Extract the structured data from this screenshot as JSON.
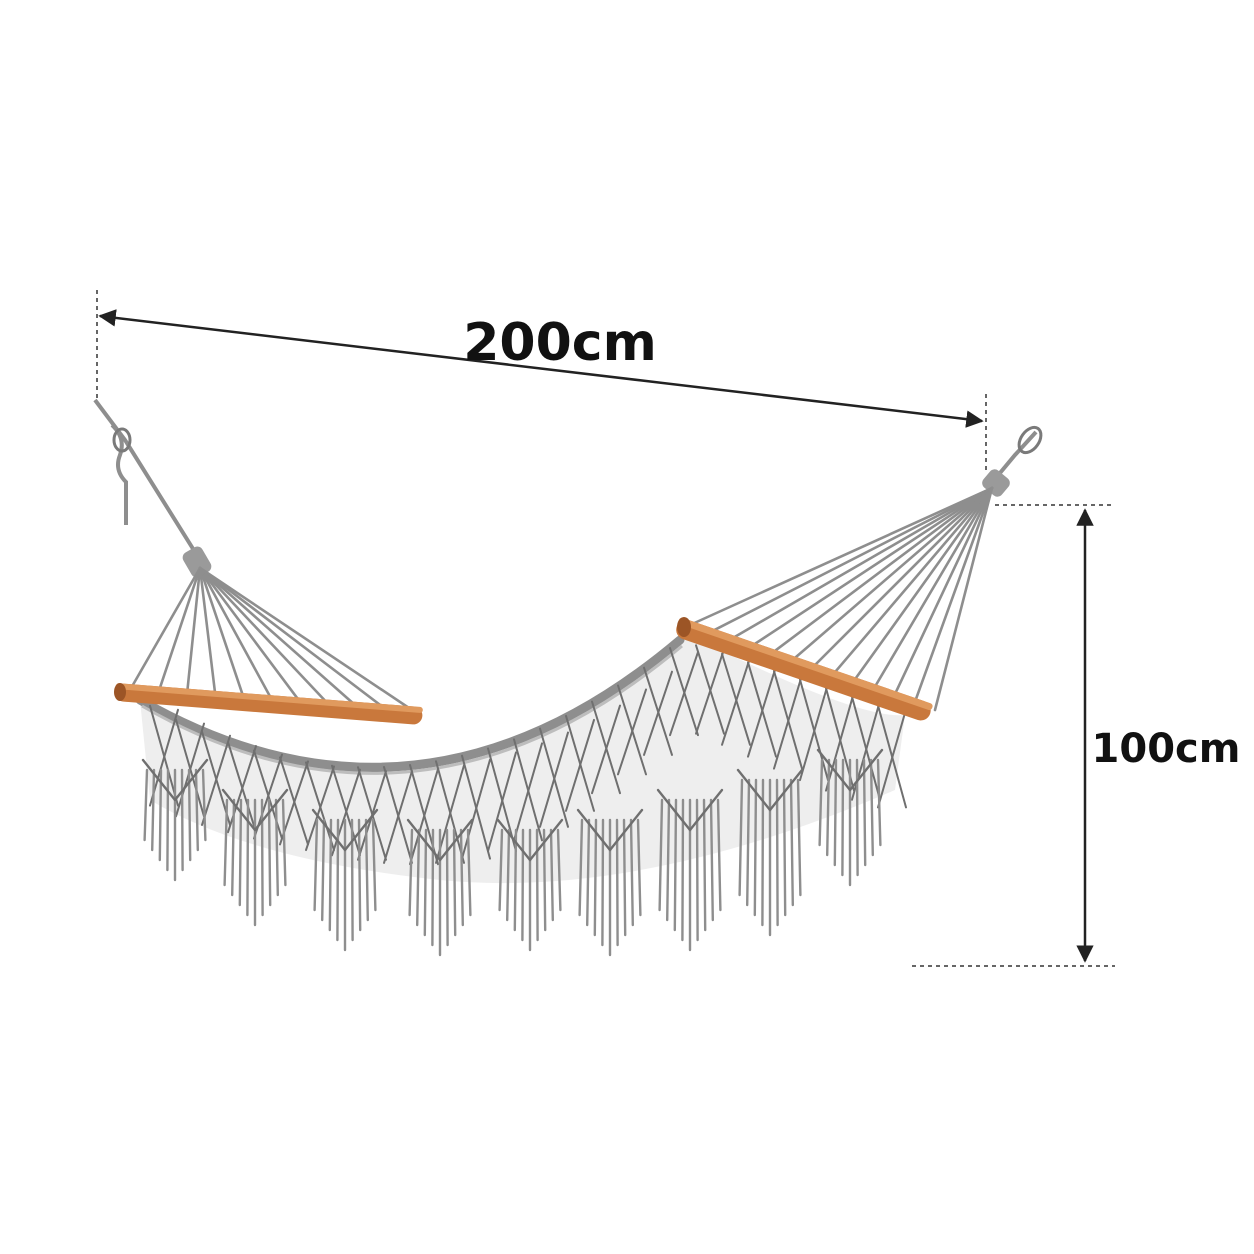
{
  "dimensions": {
    "length": {
      "label": "200cm"
    },
    "height": {
      "label": "100cm"
    }
  },
  "colors": {
    "background": "#ffffff",
    "rope": "#8e8e8e",
    "rope_dark": "#6f6f6f",
    "wood": "#c9783c",
    "wood_dark": "#9c5526",
    "dimension_line": "#222222",
    "label": "#111111"
  },
  "icons": {
    "arrow": "arrowhead",
    "product": "hammock-icon"
  }
}
